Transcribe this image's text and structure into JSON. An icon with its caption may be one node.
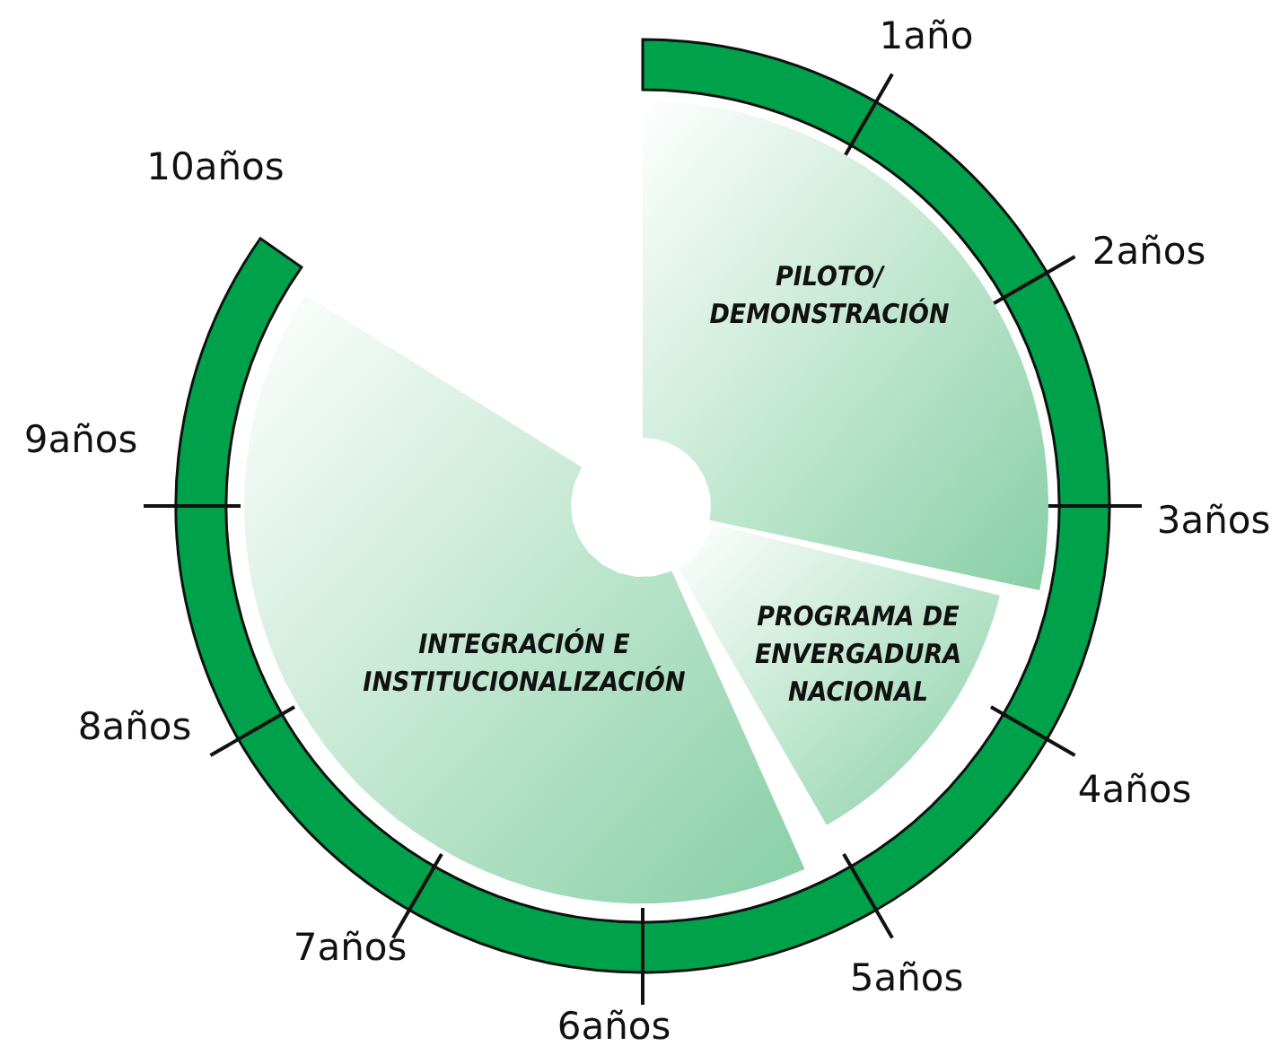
{
  "diagram": {
    "nodes": [
      {
        "text": [
          "PILOTO/ DEMONSTRACIÓN"
        ]
      },
      {
        "text": [
          "PROGRAMA DE ENVERGADURA NACIONAL"
        ]
      },
      {
        "text": [
          "INTEGRACIÓN E INSTITUCIONALIZACIÓN"
        ]
      }
    ],
    "labels": [
      "1año",
      "2años",
      "3años",
      "4años",
      "5años",
      "6años",
      "7años",
      "8años",
      "9años",
      "10años"
    ]
  }
}
